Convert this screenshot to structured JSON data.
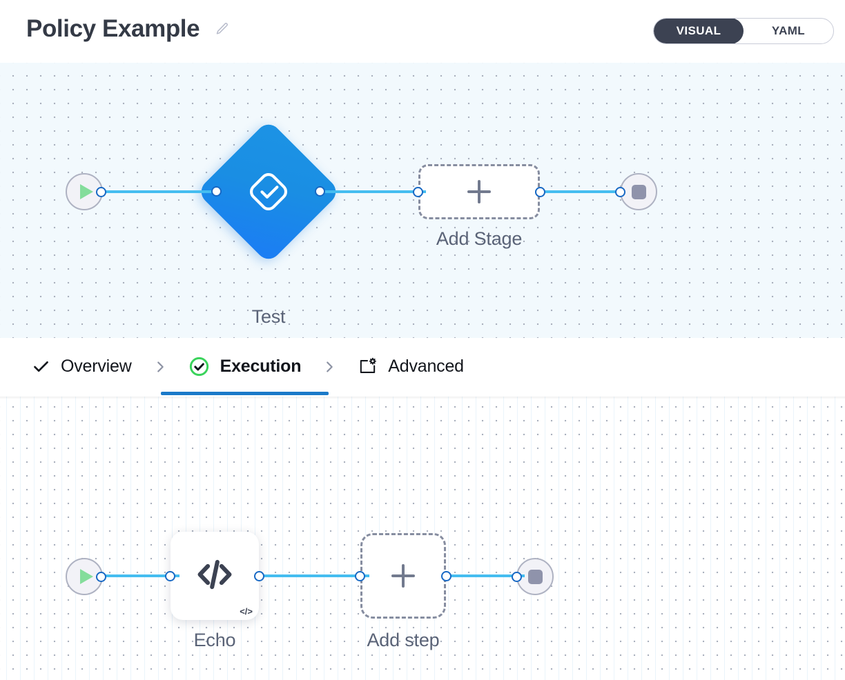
{
  "header": {
    "title": "Policy Example",
    "edit_icon": "pencil-icon",
    "mode_toggle": {
      "options": [
        {
          "label": "VISUAL",
          "active": true
        },
        {
          "label": "YAML",
          "active": false
        }
      ],
      "active_bg": "#3c4252"
    }
  },
  "tabs": [
    {
      "label": "Overview",
      "icon": "check-icon",
      "active": false
    },
    {
      "label": "Execution",
      "icon": "check-circle-green-icon",
      "active": true
    },
    {
      "label": "Advanced",
      "icon": "window-gear-icon",
      "active": false
    }
  ],
  "tab_separator_icon": "chevron-right-icon",
  "stage_canvas": {
    "start_node": {
      "icon": "play-icon",
      "color": "#84dd9b"
    },
    "end_node": {
      "icon": "stop-icon",
      "color": "#8f93ab"
    },
    "stage_node": {
      "label": "Test",
      "icon": "approval-check-icon",
      "shape": "diamond",
      "color_from": "#1c93e5",
      "color_to": "#1b7cf5"
    },
    "add_stage": {
      "label": "Add Stage",
      "icon": "plus-icon"
    },
    "edge_color": "#45bdf0",
    "port_color": "#1768c4"
  },
  "execution_canvas": {
    "start_node": {
      "icon": "play-icon",
      "color": "#84dd9b"
    },
    "end_node": {
      "icon": "stop-icon",
      "color": "#8f93ab"
    },
    "step_node": {
      "label": "Echo",
      "icon": "code-icon",
      "badge": "</>"
    },
    "add_step": {
      "label": "Add step",
      "icon": "plus-icon"
    },
    "edge_color": "#45bdf0",
    "port_color": "#1768c4"
  }
}
